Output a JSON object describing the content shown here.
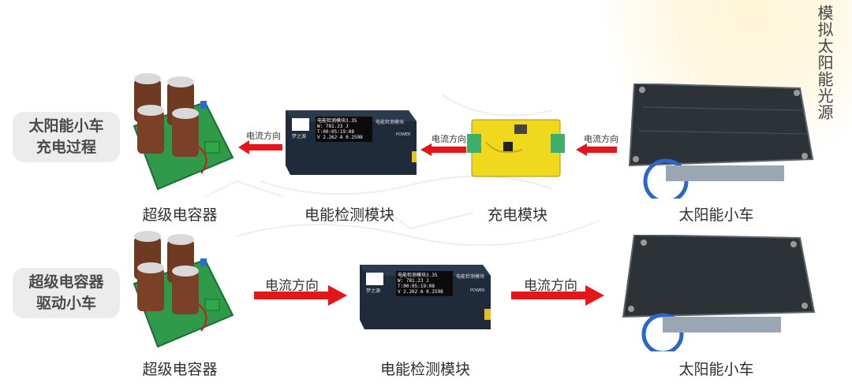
{
  "side_label": "模拟太阳能光源",
  "rows": [
    {
      "process_label_line1": "太阳能小车",
      "process_label_line2": "充电过程",
      "captions": [
        "超级电容器",
        "电能检测模块",
        "充电模块",
        "太阳能小车"
      ],
      "arrows": [
        {
          "text": "电流方向",
          "direction": "left"
        },
        {
          "text": "电流方向",
          "direction": "left"
        },
        {
          "text": "电流方向",
          "direction": "left"
        }
      ]
    },
    {
      "process_label_line1": "超级电容器",
      "process_label_line2": "驱动小车",
      "captions": [
        "超级电容器",
        "电能检测模块",
        "太阳能小车"
      ],
      "arrows": [
        {
          "text": "电流方向",
          "direction": "right"
        },
        {
          "text": "电流方向",
          "direction": "right"
        }
      ]
    }
  ],
  "meter": {
    "title": "电能检测模块",
    "brand": "梦之源",
    "line1": "电能检测模块3.35",
    "line2": "W: 781.23 J",
    "line3": "T:00:05:19:08",
    "line4": "V 2.262 A 0.2598",
    "power": "POWER"
  },
  "colors": {
    "arrow_red": "#e3161a",
    "label_bg": "#ececec",
    "pcb_green": "#2e9a4a",
    "charge_board_yellow": "#f0d81c",
    "meter_body": "#1f2a3a"
  }
}
